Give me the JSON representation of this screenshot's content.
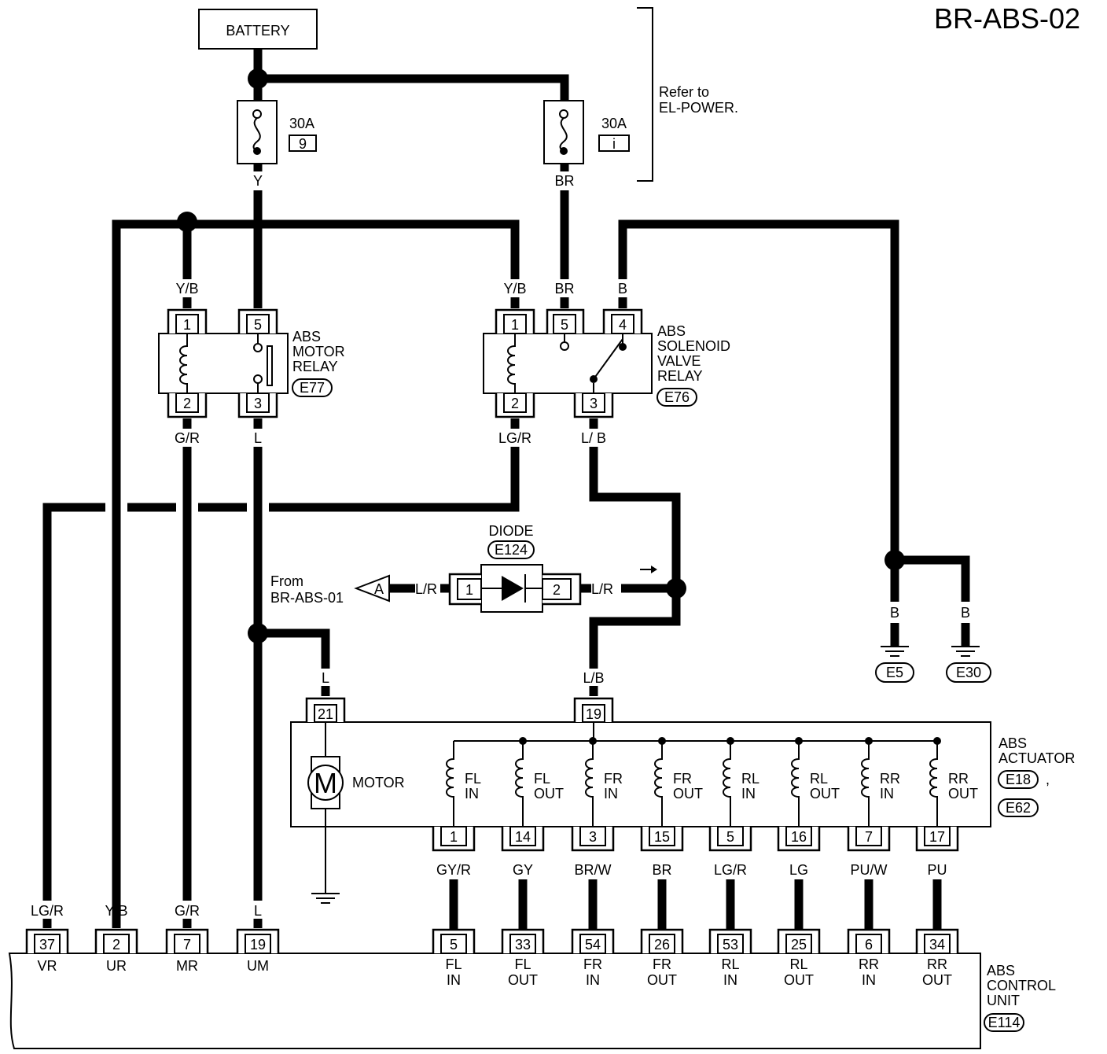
{
  "title": "BR-ABS-02",
  "battery": "BATTERY",
  "refer": [
    "Refer to",
    "EL-POWER."
  ],
  "fuses": [
    {
      "amp": "30A",
      "id": "9",
      "wire": "Y"
    },
    {
      "amp": "30A",
      "id": "i",
      "wire": "BR"
    }
  ],
  "motor_relay": {
    "name": [
      "ABS",
      "MOTOR",
      "RELAY"
    ],
    "connector": "E77",
    "pins_top": [
      {
        "pin": "1",
        "wire": "Y/B"
      },
      {
        "pin": "5",
        "wire": "Y"
      }
    ],
    "pins_bottom": [
      {
        "pin": "2",
        "wire": "G/R"
      },
      {
        "pin": "3",
        "wire": "L"
      }
    ]
  },
  "solenoid_relay": {
    "name": [
      "ABS",
      "SOLENOID",
      "VALVE",
      "RELAY"
    ],
    "connector": "E76",
    "pins_top": [
      {
        "pin": "1",
        "wire": "Y/B"
      },
      {
        "pin": "5",
        "wire": "BR"
      },
      {
        "pin": "4",
        "wire": "B"
      }
    ],
    "pins_bottom": [
      {
        "pin": "2",
        "wire": "LG/R"
      },
      {
        "pin": "3",
        "wire": "L/ B"
      }
    ]
  },
  "diode": {
    "label": "DIODE",
    "connector": "E124",
    "pin_left": "1",
    "pin_right": "2",
    "wire_left": "L/R",
    "wire_right": "L/R",
    "from": [
      "From",
      "BR-ABS-01"
    ],
    "arrow_letter": "A"
  },
  "grounds": [
    {
      "wire": "B",
      "connector": "E5"
    },
    {
      "wire": "B",
      "connector": "E30"
    }
  ],
  "actuator": {
    "name": [
      "ABS",
      "ACTUATOR"
    ],
    "connectors": [
      "E18",
      "E62"
    ],
    "separator": ",",
    "motor_label": "MOTOR",
    "motor_symbol": "M",
    "motor_pin": "21",
    "motor_wire": "L",
    "common_pin": "19",
    "common_wire": "L/B",
    "coils": [
      {
        "line1": "FL",
        "line2": "IN",
        "pin": "1",
        "wire": "GY/R"
      },
      {
        "line1": "FL",
        "line2": "OUT",
        "pin": "14",
        "wire": "GY"
      },
      {
        "line1": "FR",
        "line2": "IN",
        "pin": "3",
        "wire": "BR/W"
      },
      {
        "line1": "FR",
        "line2": "OUT",
        "pin": "15",
        "wire": "BR"
      },
      {
        "line1": "RL",
        "line2": "IN",
        "pin": "5",
        "wire": "LG/R"
      },
      {
        "line1": "RL",
        "line2": "OUT",
        "pin": "16",
        "wire": "LG"
      },
      {
        "line1": "RR",
        "line2": "IN",
        "pin": "7",
        "wire": "PU/W"
      },
      {
        "line1": "RR",
        "line2": "OUT",
        "pin": "17",
        "wire": "PU"
      }
    ]
  },
  "control_unit": {
    "name": [
      "ABS",
      "CONTROL",
      "UNIT"
    ],
    "connector": "E114",
    "left_pins": [
      {
        "pin": "37",
        "wire": "LG/R",
        "label": "VR"
      },
      {
        "pin": "2",
        "wire": "Y/B",
        "label": "UR"
      },
      {
        "pin": "7",
        "wire": "G/R",
        "label": "MR"
      },
      {
        "pin": "19",
        "wire": "L",
        "label": "UM"
      }
    ],
    "right_pins": [
      {
        "pin": "5",
        "line1": "FL",
        "line2": "IN"
      },
      {
        "pin": "33",
        "line1": "FL",
        "line2": "OUT"
      },
      {
        "pin": "54",
        "line1": "FR",
        "line2": "IN"
      },
      {
        "pin": "26",
        "line1": "FR",
        "line2": "OUT"
      },
      {
        "pin": "53",
        "line1": "RL",
        "line2": "IN"
      },
      {
        "pin": "25",
        "line1": "RL",
        "line2": "OUT"
      },
      {
        "pin": "6",
        "line1": "RR",
        "line2": "IN"
      },
      {
        "pin": "34",
        "line1": "RR",
        "line2": "OUT"
      }
    ]
  }
}
